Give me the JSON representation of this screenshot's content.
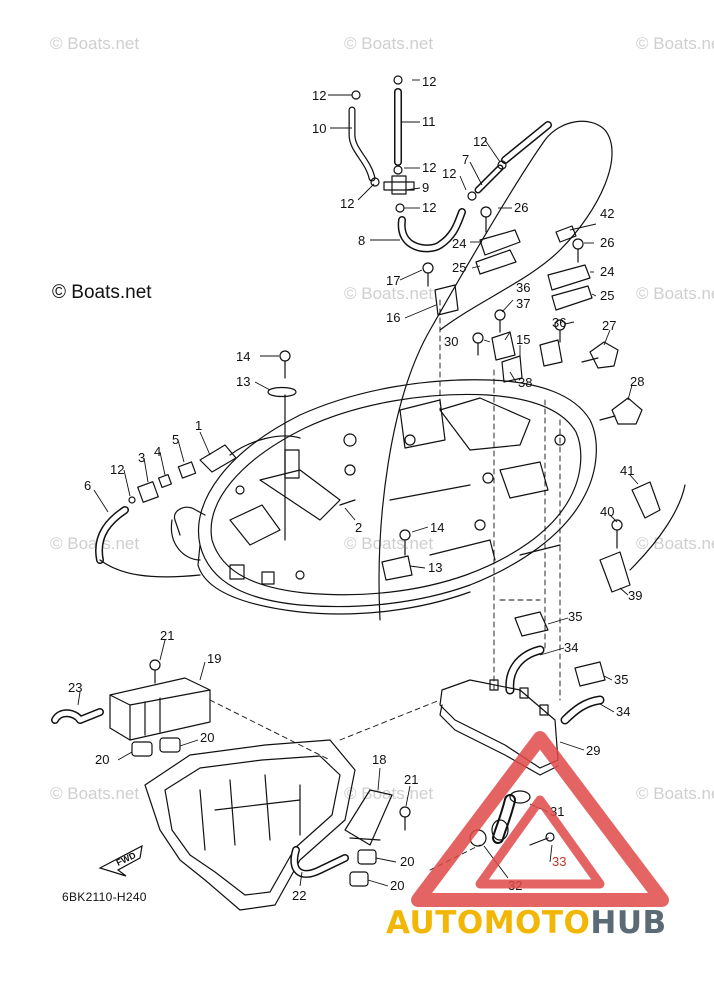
{
  "watermarks": {
    "repeat": "© Boats.net",
    "main": "© Boats.net"
  },
  "diagram_code": "6BK2110-H240",
  "fwd_label": "FWD",
  "parts": {
    "p1": "1",
    "p2": "2",
    "p3": "3",
    "p4": "4",
    "p5": "5",
    "p6": "6",
    "p7": "7",
    "p8": "8",
    "p9": "9",
    "p10": "10",
    "p11": "11",
    "p12": "12",
    "p13": "13",
    "p14": "14",
    "p15": "15",
    "p16": "16",
    "p17": "17",
    "p18": "18",
    "p19": "19",
    "p20": "20",
    "p21": "21",
    "p22": "22",
    "p23": "23",
    "p24": "24",
    "p25": "25",
    "p26": "26",
    "p27": "27",
    "p28": "28",
    "p29": "29",
    "p30": "30",
    "p31": "31",
    "p32": "32",
    "p33": "33",
    "p34": "34",
    "p35": "35",
    "p36": "36",
    "p37": "37",
    "p38": "38",
    "p39": "39",
    "p40": "40",
    "p41": "41",
    "p42": "42"
  },
  "logo": {
    "part1": "AUTOMOTO",
    "part2": "HUB"
  },
  "colors": {
    "logo_yellow": "#f2b705",
    "logo_gray": "#5a6b76",
    "triangle_red": "#e04a4a",
    "watermark": "#cfcfcf"
  }
}
